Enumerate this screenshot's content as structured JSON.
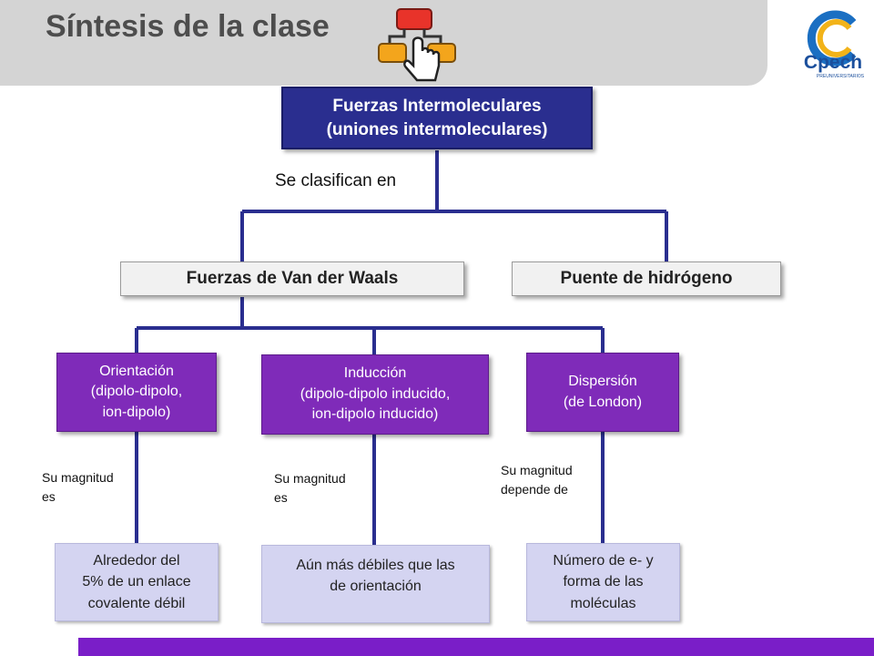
{
  "header": {
    "title": "Síntesis de la clase",
    "title_icon": "flowchart-pointer-icon",
    "logo_text": "Cpech",
    "logo_subtext": "PREUNIVERSITARIOS"
  },
  "colors": {
    "navy": "#2a2e8f",
    "purple": "#7f2bb9",
    "lavender": "#d4d4f1",
    "bar": "#7a1ec8"
  },
  "diagram": {
    "root": {
      "line1": "Fuerzas Intermoleculares",
      "line2": "(uniones intermoleculares)"
    },
    "classify_label": "Se clasifican en",
    "vdw": "Fuerzas de Van der Waals",
    "hbond": "Puente de hidrógeno",
    "orientation": {
      "line1": "Orientación",
      "line2": "(dipolo-dipolo,",
      "line3": "ion-dipolo)"
    },
    "induction": {
      "line1": "Inducción",
      "line2": "(dipolo-dipolo inducido,",
      "line3": "ion-dipolo inducido)"
    },
    "dispersion": {
      "line1": "Dispersión",
      "line2": "(de London)"
    },
    "mag1": {
      "line1": "Su magnitud",
      "line2": "es"
    },
    "mag2": {
      "line1": "Su magnitud",
      "line2": "es"
    },
    "mag3": {
      "line1": "Su magnitud",
      "line2": "depende de"
    },
    "result1": {
      "line1": "Alrededor del",
      "line2": "5% de un enlace",
      "line3": "covalente débil"
    },
    "result2": {
      "line1": "Aún más débiles que las",
      "line2": "de orientación"
    },
    "result3": {
      "line1": "Número de e- y",
      "line2": "forma de las",
      "line3": "moléculas"
    }
  }
}
